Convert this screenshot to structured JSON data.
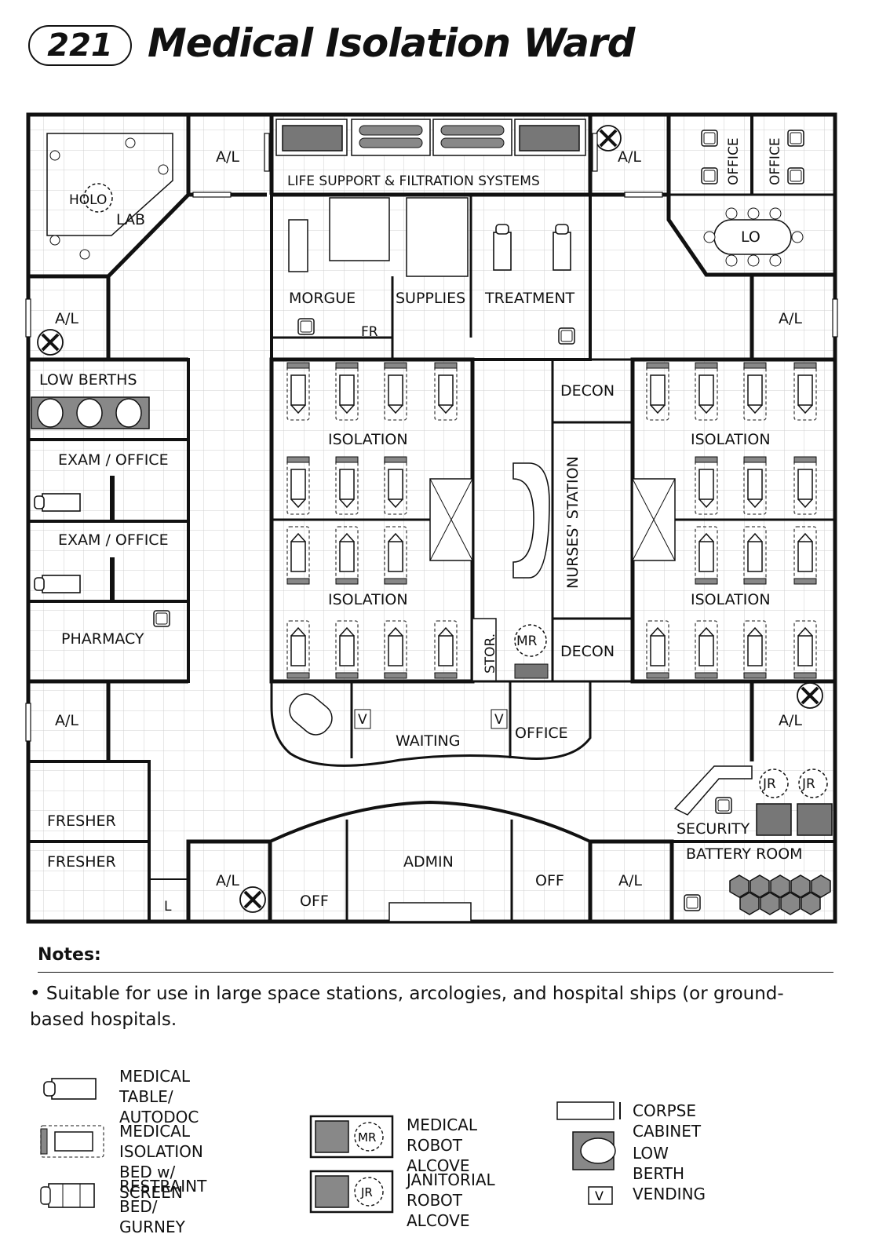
{
  "map": {
    "number": "221",
    "title": "Medical Isolation Ward"
  },
  "rooms": {
    "life_support": "LIFE SUPPORT & FILTRATION SYSTEMS",
    "airlock": "A/L",
    "office": "OFFICE",
    "holo": "HOLO",
    "lab": "LAB",
    "lounge": "LO",
    "morgue": "MORGUE",
    "supplies": "SUPPLIES",
    "treatment": "TREATMENT",
    "fridge": "FR",
    "low_berths": "LOW BERTHS",
    "exam_office": "EXAM / OFFICE",
    "pharmacy": "PHARMACY",
    "isolation": "ISOLATION",
    "decon": "DECON",
    "nurses_station": "NURSES' STATION",
    "storage": "STOR.",
    "waiting": "WAITING",
    "fresher": "FRESHER",
    "lift": "L",
    "security": "SECURITY",
    "battery_room": "BATTERY ROOM",
    "admin": "ADMIN",
    "off": "OFF",
    "vending_mark": "V",
    "mr_mark": "MR",
    "jr_mark": "JR"
  },
  "notes": {
    "heading": "Notes:",
    "items": [
      "• Suitable for use in large space stations, arcologies, and hospital ships (or ground-based hospitals."
    ]
  },
  "legend": {
    "medical_table": "MEDICAL TABLE/\nAUTODOC",
    "isolation_bed": "MEDICAL ISOLATION\nBED w/ SCREEN",
    "restraint_bed": "RESTRAINT BED/\nGURNEY",
    "medical_robot": "MEDICAL\nROBOT ALCOVE",
    "janitorial_robot": "JANITORIAL\nROBOT ALCOVE",
    "corpse_cabinet": "CORPSE CABINET",
    "low_berth": "LOW BERTH",
    "vending": "VENDING",
    "mr_mark": "MR",
    "jr_mark": "JR",
    "v_mark": "V"
  }
}
